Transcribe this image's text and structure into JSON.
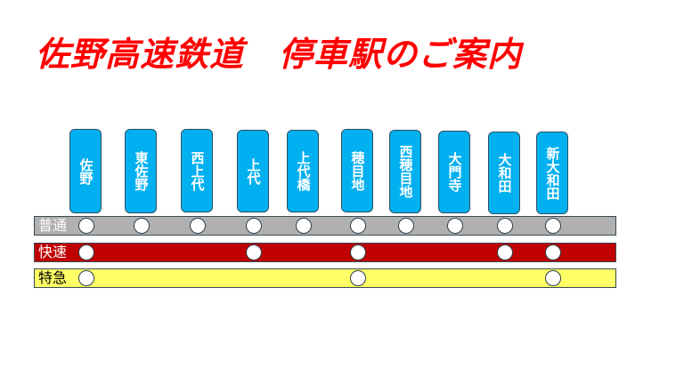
{
  "title": "佐野高速鉄道　停車駅のご案内",
  "stations": [
    "佐野",
    "東佐野",
    "西上代",
    "上代",
    "上代橋",
    "穂目地",
    "西穂目地",
    "大門寺",
    "大和田",
    "新大和田"
  ],
  "services": [
    {
      "name": "普通",
      "color": "#b0b0b0",
      "text_color": "#ffffff",
      "stops": [
        0,
        1,
        2,
        3,
        4,
        5,
        6,
        7,
        8,
        9
      ]
    },
    {
      "name": "快速",
      "color": "#c00000",
      "text_color": "#ffffff",
      "stops": [
        0,
        3,
        5,
        8,
        9
      ]
    },
    {
      "name": "特急",
      "color": "#ffff66",
      "text_color": "#000000",
      "stops": [
        0,
        5,
        9
      ]
    }
  ]
}
